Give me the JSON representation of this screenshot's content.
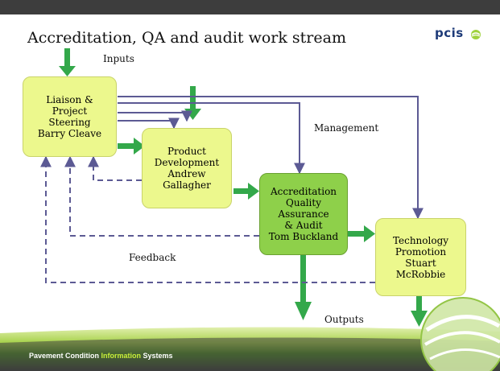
{
  "title": "Accreditation, QA and audit work stream",
  "logo": {
    "text": "pcis",
    "icon": "pcis-swirl-logo"
  },
  "colors": {
    "light_box": "#ecf88d",
    "mid_box": "#8ed04a",
    "green_arrow": "#33a84a",
    "dashed_arrow": "#5c5a94"
  },
  "boxes": {
    "liaison": "Liaison &\nProject\nSteering\nBarry Cleave",
    "product": "Product\nDevelopment\nAndrew\nGallagher",
    "accreditation": "Accreditation\nQuality\nAssurance\n& Audit\nTom Buckland",
    "technology": "Technology\nPromotion\nStuart\nMcRobbie"
  },
  "labels": {
    "inputs": "Inputs",
    "management": "Management",
    "feedback": "Feedback",
    "outputs": "Outputs"
  },
  "footer": {
    "part1": "Pavement Condition ",
    "highlight": "Information",
    "part2": " Systems"
  }
}
